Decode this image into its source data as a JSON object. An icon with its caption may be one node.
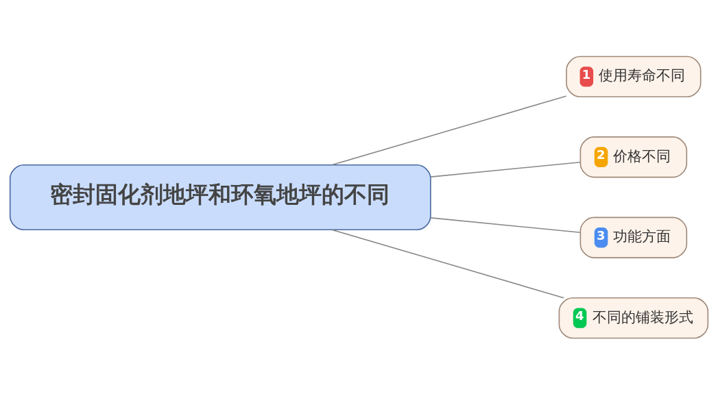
{
  "diagram": {
    "nodes": [
      {
        "text": [
          "密封固化剂地坪和环氧地坪的不同"
        ]
      },
      {
        "text": [
          "1",
          "使用寿命不同"
        ]
      },
      {
        "text": [
          "2",
          "价格不同"
        ]
      },
      {
        "text": [
          "3",
          "功能方面"
        ]
      },
      {
        "text": [
          "4",
          "不同的铺装形式"
        ]
      }
    ],
    "edges": [
      {
        "from": 0,
        "to": 1,
        "arrow": "none"
      },
      {
        "from": 0,
        "to": 2,
        "arrow": "none"
      },
      {
        "from": 0,
        "to": 3,
        "arrow": "none"
      },
      {
        "from": 0,
        "to": 4,
        "arrow": "none"
      }
    ]
  }
}
